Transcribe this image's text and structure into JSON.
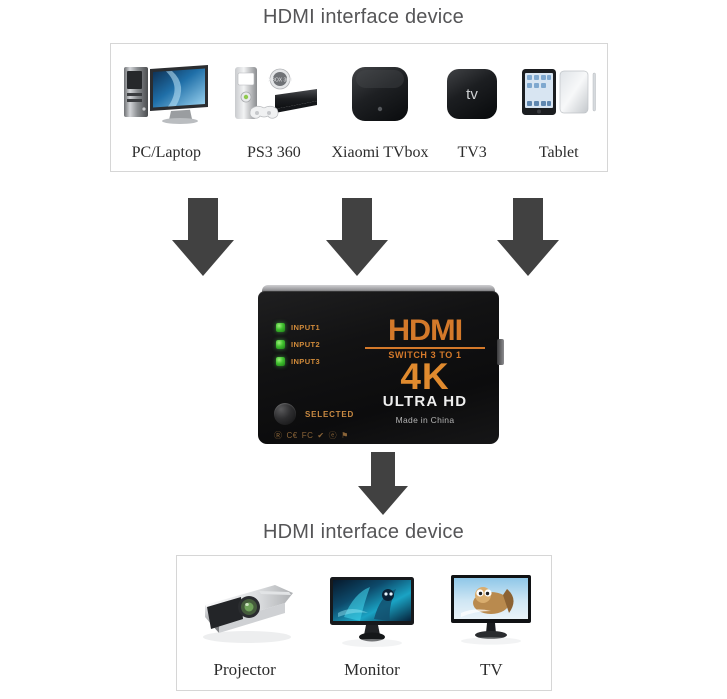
{
  "diagram": {
    "top_title": "HDMI interface device",
    "bottom_title": "HDMI interface device"
  },
  "source_panel": {
    "devices": [
      {
        "label": "PC/Laptop",
        "icon": "desktop-computer-icon"
      },
      {
        "label": "PS3 360",
        "icon": "game-console-icon"
      },
      {
        "label": "Xiaomi TVbox",
        "icon": "tv-box-icon"
      },
      {
        "label": "TV3",
        "icon": "apple-tv-icon"
      },
      {
        "label": "Tablet",
        "icon": "tablet-icon"
      }
    ]
  },
  "output_panel": {
    "devices": [
      {
        "label": "Projector",
        "icon": "projector-icon"
      },
      {
        "label": "Monitor",
        "icon": "monitor-icon"
      },
      {
        "label": "TV",
        "icon": "television-icon"
      }
    ]
  },
  "arrows": {
    "input_arrows": [
      {
        "name": "arrow-down-1",
        "icon": "arrow-down-icon"
      },
      {
        "name": "arrow-down-2",
        "icon": "arrow-down-icon"
      },
      {
        "name": "arrow-down-3",
        "icon": "arrow-down-icon"
      }
    ],
    "output_arrow": {
      "name": "arrow-down-output",
      "icon": "arrow-down-icon"
    }
  },
  "switch_device": {
    "leds": [
      {
        "label": "INPUT1",
        "state": "on"
      },
      {
        "label": "INPUT2",
        "state": "on"
      },
      {
        "label": "INPUT3",
        "state": "on"
      }
    ],
    "selected_label": "SELECTED",
    "brand": {
      "hdmi": "HDMI",
      "switch_line": "SWITCH 3 TO 1",
      "resolution": "4K",
      "ultra_hd": "ULTRA HD",
      "made_in": "Made in China"
    },
    "certifications": [
      "Ⓡ",
      "C€",
      "FC",
      "✔",
      "ⓔ",
      "⚑"
    ]
  },
  "colors": {
    "background": "#ffffff",
    "title_text": "#555557",
    "panel_border": "#d6d6d6",
    "arrow_fill": "#414141",
    "device_body": "#121213",
    "brand_orange": "#d4792a",
    "accent_4k": "#e08a2e",
    "led_green": "#3fbf2e",
    "ultra_hd_white": "#eeeeee"
  }
}
